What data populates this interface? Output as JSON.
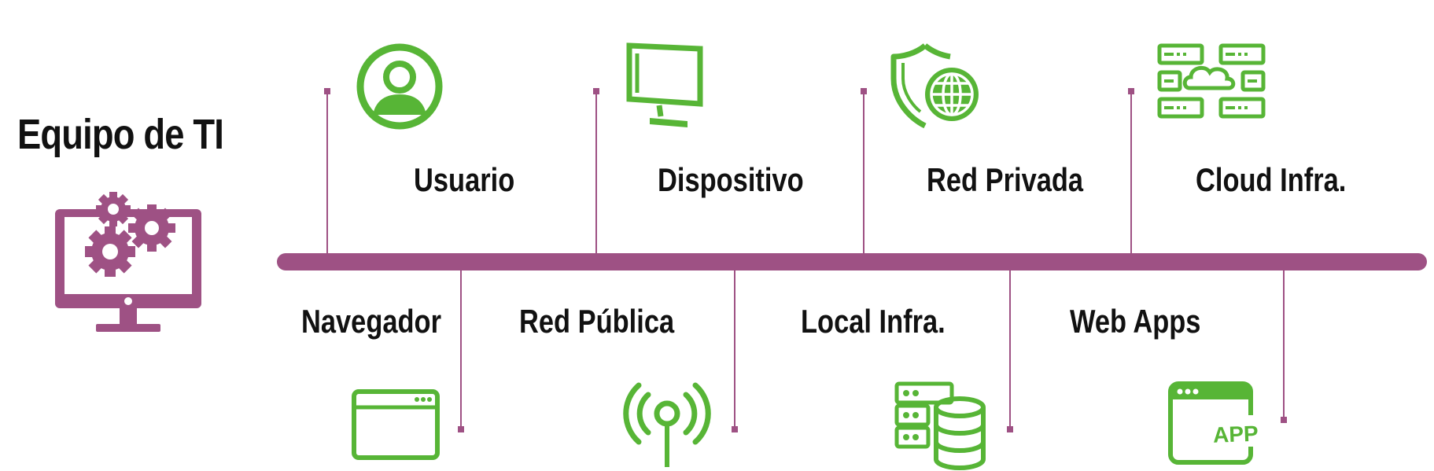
{
  "title": "Equipo de TI",
  "colors": {
    "accent_green": "#57b536",
    "timeline_purple": "#9e5184",
    "text": "#111111"
  },
  "top_items": [
    {
      "label": "Usuario",
      "icon": "user-icon"
    },
    {
      "label": "Dispositivo",
      "icon": "monitor-icon"
    },
    {
      "label": "Red Privada",
      "icon": "shield-globe-icon"
    },
    {
      "label": "Cloud Infra.",
      "icon": "cloud-servers-icon"
    }
  ],
  "bottom_items": [
    {
      "label": "Navegador",
      "icon": "browser-window-icon"
    },
    {
      "label": "Red Pública",
      "icon": "antenna-icon"
    },
    {
      "label": "Local Infra.",
      "icon": "database-server-icon"
    },
    {
      "label": "Web Apps",
      "icon": "app-window-icon",
      "badge": "APP"
    }
  ],
  "main_icon": "computer-gears-icon"
}
